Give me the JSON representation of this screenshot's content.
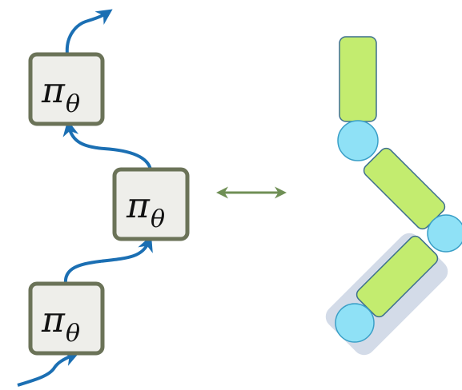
{
  "policy_blocks": [
    {
      "symbol": "π",
      "subscript": "θ"
    },
    {
      "symbol": "π",
      "subscript": "θ"
    },
    {
      "symbol": "π",
      "subscript": "θ"
    }
  ],
  "colors": {
    "block_fill": "#eeeeea",
    "block_stroke": "#6b7358",
    "arrow_blue": "#1b6fb3",
    "equivalence_arrow": "#6f8f55",
    "link_fill": "#c3ec6f",
    "link_stroke": "#3d6f8e",
    "joint_fill": "#8fe1f6",
    "joint_stroke": "#3a9fc7",
    "highlight_fill": "#d3dbe8"
  },
  "icons": {
    "flow_arrow": "curved-arrow-icon",
    "equivalence": "double-headed-arrow-icon"
  }
}
